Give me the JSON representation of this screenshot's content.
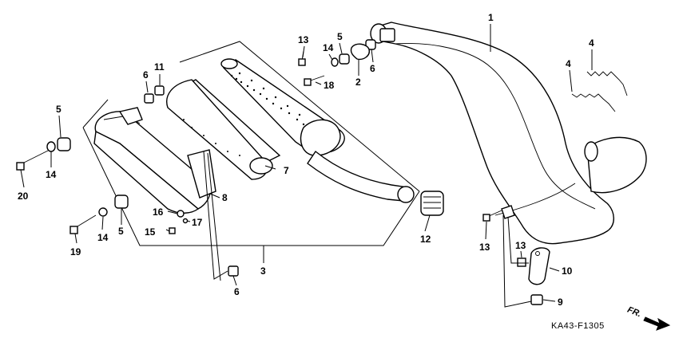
{
  "callouts": {
    "c1": "1",
    "c2": "2",
    "c3": "3",
    "c4a": "4",
    "c4b": "4",
    "c5a": "5",
    "c5b": "5",
    "c5c": "5",
    "c6a": "6",
    "c6b": "6",
    "c6c": "6",
    "c7": "7",
    "c8": "8",
    "c9": "9",
    "c10": "10",
    "c11": "11",
    "c12": "12",
    "c13a": "13",
    "c13b": "13",
    "c13c": "13",
    "c14a": "14",
    "c14b": "14",
    "c14c": "14",
    "c15": "15",
    "c16": "16",
    "c17": "17",
    "c18": "18",
    "c19": "19",
    "c20": "20"
  },
  "diagram_code": "KA43-F1305",
  "direction_label": "FR."
}
